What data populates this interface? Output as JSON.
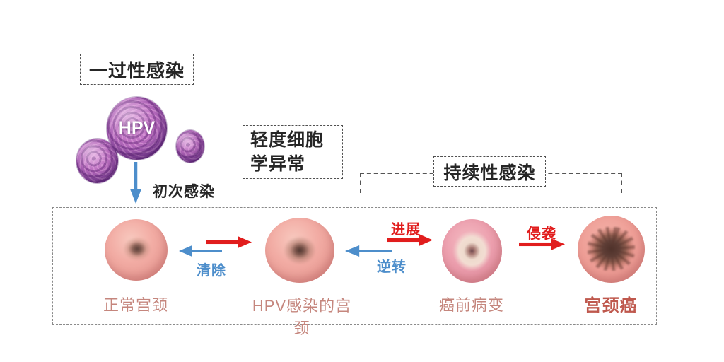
{
  "colors": {
    "arrow_red": "#e11d1d",
    "arrow_blue": "#4d8ecb",
    "stage_label": "#c5867d",
    "cancer_label": "#bf584d",
    "text": "#2b2b2b",
    "virus_purple": "#9b55ad"
  },
  "annotations": {
    "transient_infection": "一过性感染",
    "hpv": "HPV",
    "initial_infection": "初次感染",
    "mild_cytology_line1": "轻度细胞",
    "mild_cytology_line2": "学异常",
    "persistent_infection": "持续性感染"
  },
  "stages": [
    {
      "name": "normal-cervix",
      "label": "正常宫颈"
    },
    {
      "name": "hpv-infected-cervix",
      "label": "HPV感染的宫颈"
    },
    {
      "name": "precancerous-lesion",
      "label": "癌前病变"
    },
    {
      "name": "cervical-cancer",
      "label": "宫颈癌"
    }
  ],
  "transitions": {
    "clear": "清除",
    "progress": "进展",
    "reverse": "逆转",
    "invade": "侵袭"
  }
}
